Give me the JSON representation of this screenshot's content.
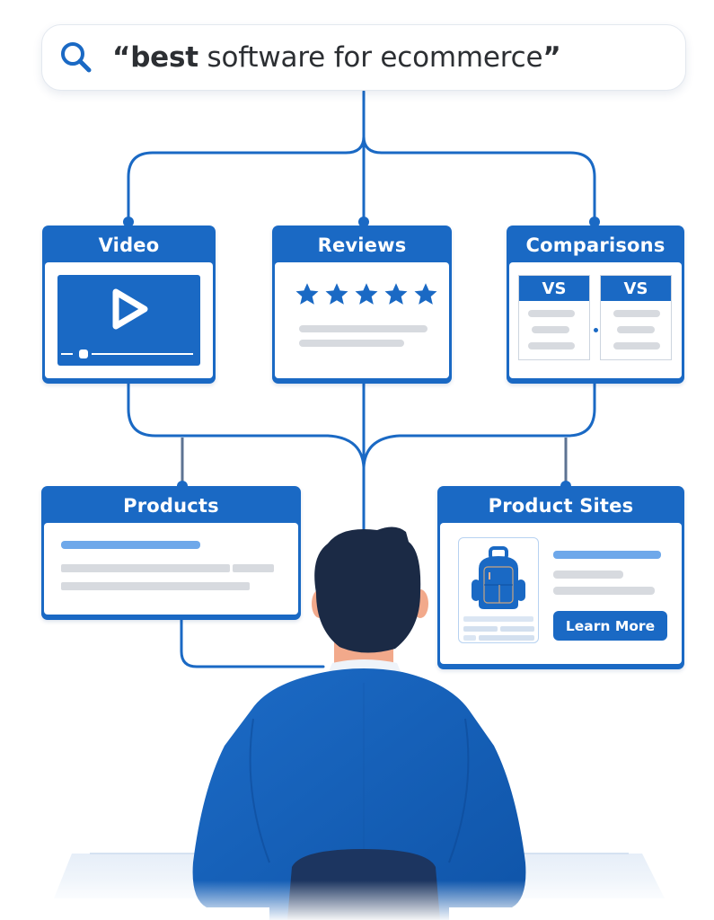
{
  "search": {
    "open_quote": "“",
    "bold_word": "best",
    "rest": " software for ecommerce",
    "close_quote": "”",
    "icon": "search-icon"
  },
  "cards": {
    "video": {
      "title": "Video",
      "icon": "play-icon"
    },
    "reviews": {
      "title": "Reviews",
      "stars": 5,
      "icon": "star-icon"
    },
    "comparisons": {
      "title": "Comparisons",
      "left_label": "VS",
      "right_label": "VS"
    },
    "products": {
      "title": "Products"
    },
    "product_sites": {
      "title": "Product Sites",
      "button_label": "Learn More",
      "image": "backpack-icon"
    }
  },
  "colors": {
    "primary_blue": "#1a69c4",
    "light_blue_bar": "#6ea8ea",
    "gray_bar": "#d7dadf",
    "hair": "#1b2a45",
    "skin": "#f2a98b",
    "text_dark": "#2c2f33"
  },
  "figure": {
    "description": "person seen from behind in blue suit, sitting at desk"
  }
}
